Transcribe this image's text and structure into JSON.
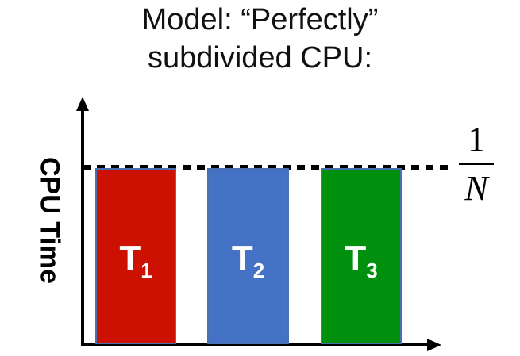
{
  "title": {
    "line1": "Model: “Perfectly”",
    "line2": "subdivided CPU:"
  },
  "y_axis_label": "CPU Time",
  "threshold_label": {
    "numerator": "1",
    "denominator": "N"
  },
  "threads": [
    {
      "name": "T",
      "sub": "1",
      "color": "#cc1100"
    },
    {
      "name": "T",
      "sub": "2",
      "color": "#4472c4"
    },
    {
      "name": "T",
      "sub": "3",
      "color": "#00900e"
    }
  ],
  "colors": {
    "axis": "#000000",
    "dash": "#000000",
    "bar_border": "#4a6fb0"
  }
}
